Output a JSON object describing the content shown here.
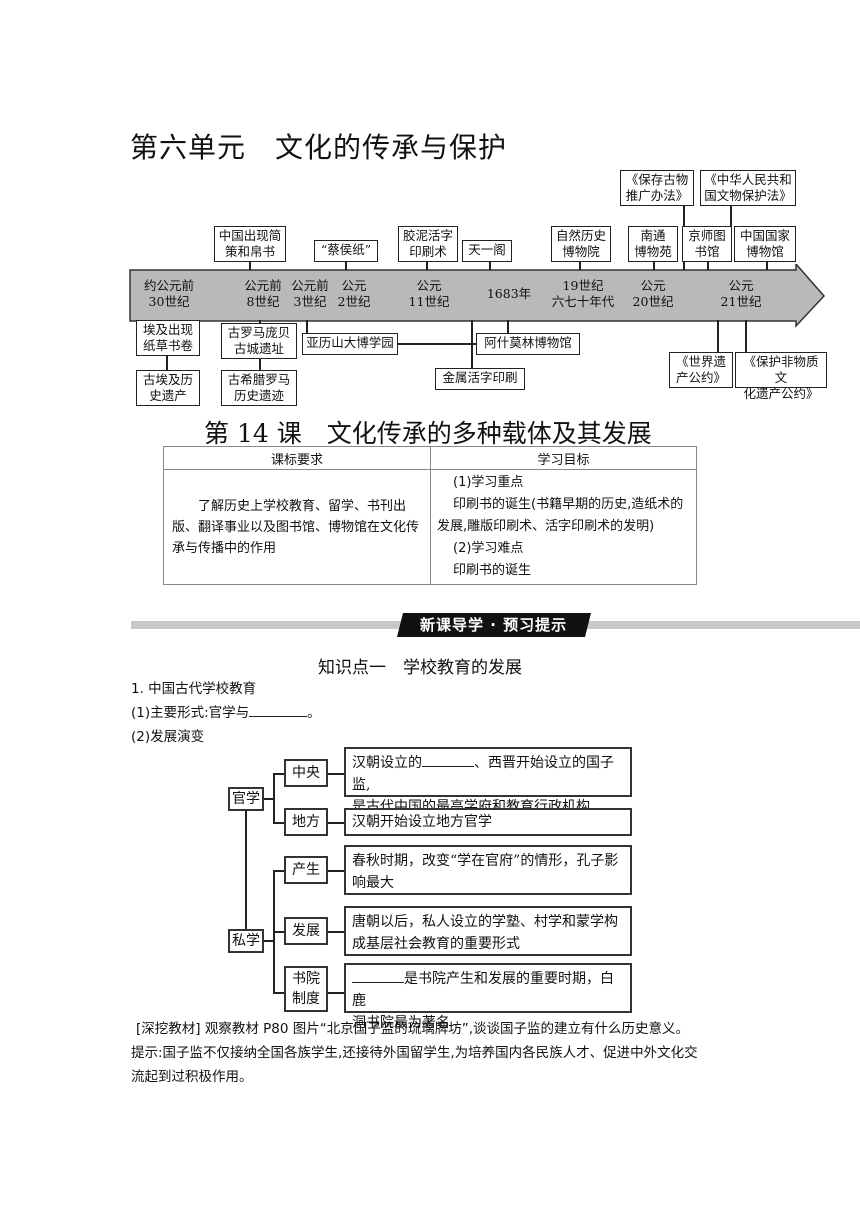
{
  "unit_title": "第六单元　文化的传承与保护",
  "timeline": {
    "axis": [
      {
        "l1": "约公元前",
        "l2": "30世纪"
      },
      {
        "l1": "公元前",
        "l2": "8世纪"
      },
      {
        "l1": "公元前",
        "l2": "3世纪"
      },
      {
        "l1": "公元",
        "l2": "2世纪"
      },
      {
        "l1": "公元",
        "l2": "11世纪"
      },
      {
        "l1": "1683年",
        "l2": ""
      },
      {
        "l1": "19世纪",
        "l2": "六七十年代"
      },
      {
        "l1": "公元",
        "l2": "20世纪"
      },
      {
        "l1": "公元",
        "l2": "21世纪"
      }
    ],
    "above": [
      {
        "l1": "中国出现简",
        "l2": "策和帛书"
      },
      {
        "l1": "“蔡侯纸”",
        "l2": ""
      },
      {
        "l1": "胶泥活字",
        "l2": "印刷术"
      },
      {
        "l1": "天一阁",
        "l2": ""
      },
      {
        "l1": "自然历史",
        "l2": "博物院"
      },
      {
        "l1": "南通",
        "l2": "博物苑"
      },
      {
        "l1": "京师图",
        "l2": "书馆"
      },
      {
        "l1": "中国国家",
        "l2": "博物馆"
      },
      {
        "l1": "《保存古物",
        "l2": "推广办法》"
      },
      {
        "l1": "《中华人民共和",
        "l2": "国文物保护法》"
      }
    ],
    "below": [
      {
        "l1": "埃及出现",
        "l2": "纸草书卷"
      },
      {
        "l1": "古埃及历",
        "l2": "史遗产"
      },
      {
        "l1": "古罗马庞贝",
        "l2": "古城遗址"
      },
      {
        "l1": "古希腊罗马",
        "l2": "历史遗迹"
      },
      {
        "l1": "亚历山大博学园",
        "l2": ""
      },
      {
        "l1": "阿什莫林博物馆",
        "l2": ""
      },
      {
        "l1": "金属活字印刷",
        "l2": ""
      },
      {
        "l1": "《世界遗",
        "l2": "产公约》"
      },
      {
        "l1": "《保护非物质文",
        "l2": "化遗产公约》"
      }
    ]
  },
  "lesson_title": "第 14 课　文化传承的多种载体及其发展",
  "req_table": {
    "head_left": "课标要求",
    "head_right": "学习目标",
    "left_text": "了解历史上学校教育、留学、书刊出版、翻译事业以及图书馆、博物馆在文化传承与传播中的作用",
    "right_lines": [
      "(1)学习重点",
      "印刷书的诞生(书籍早期的历史,造纸术的发展,雕版印刷术、活字印刷术的发明)",
      "(2)学习难点",
      "印刷书的诞生"
    ]
  },
  "banner": "新课导学 · 预习提示",
  "knowledge1": {
    "title": "知识点一　学校教育的发展",
    "item1": "1. 中国古代学校教育",
    "item2_prefix": "(1)主要形式:官学与",
    "item2_suffix": "。",
    "item3": "(2)发展演变"
  },
  "diagram": {
    "guanxue": "官学",
    "sixue": "私学",
    "zhongyang": "中央",
    "difang": "地方",
    "chansheng": "产生",
    "fazhan": "发展",
    "shuyuan1": "书院",
    "shuyuan2": "制度",
    "zhongyang_text_a": "汉朝设立的",
    "zhongyang_text_b": "、西晋开始设立的国子监,",
    "zhongyang_text_c": "是古代中国的最高学府和教育行政机构",
    "difang_text": "汉朝开始设立地方官学",
    "chansheng_text": "春秋时期，改变“学在官府”的情形，孔子影响最大",
    "fazhan_text": "唐朝以后，私人设立的学塾、村学和蒙学构成基层社会教育的重要形式",
    "shuyuan_text_a": "是书院产生和发展的重要时期，白鹿",
    "shuyuan_text_b": "洞书院最为著名"
  },
  "deep": {
    "line1": "[深挖教材] 观察教材 P80 图片“北京国子监的琉璃牌坊”,谈谈国子监的建立有什么历史意义。",
    "line2": "提示:国子监不仅接纳全国各族学生,还接待外国留学生,为培养国内各民族人才、促进中外文化交",
    "line3": "流起到过积极作用。"
  }
}
